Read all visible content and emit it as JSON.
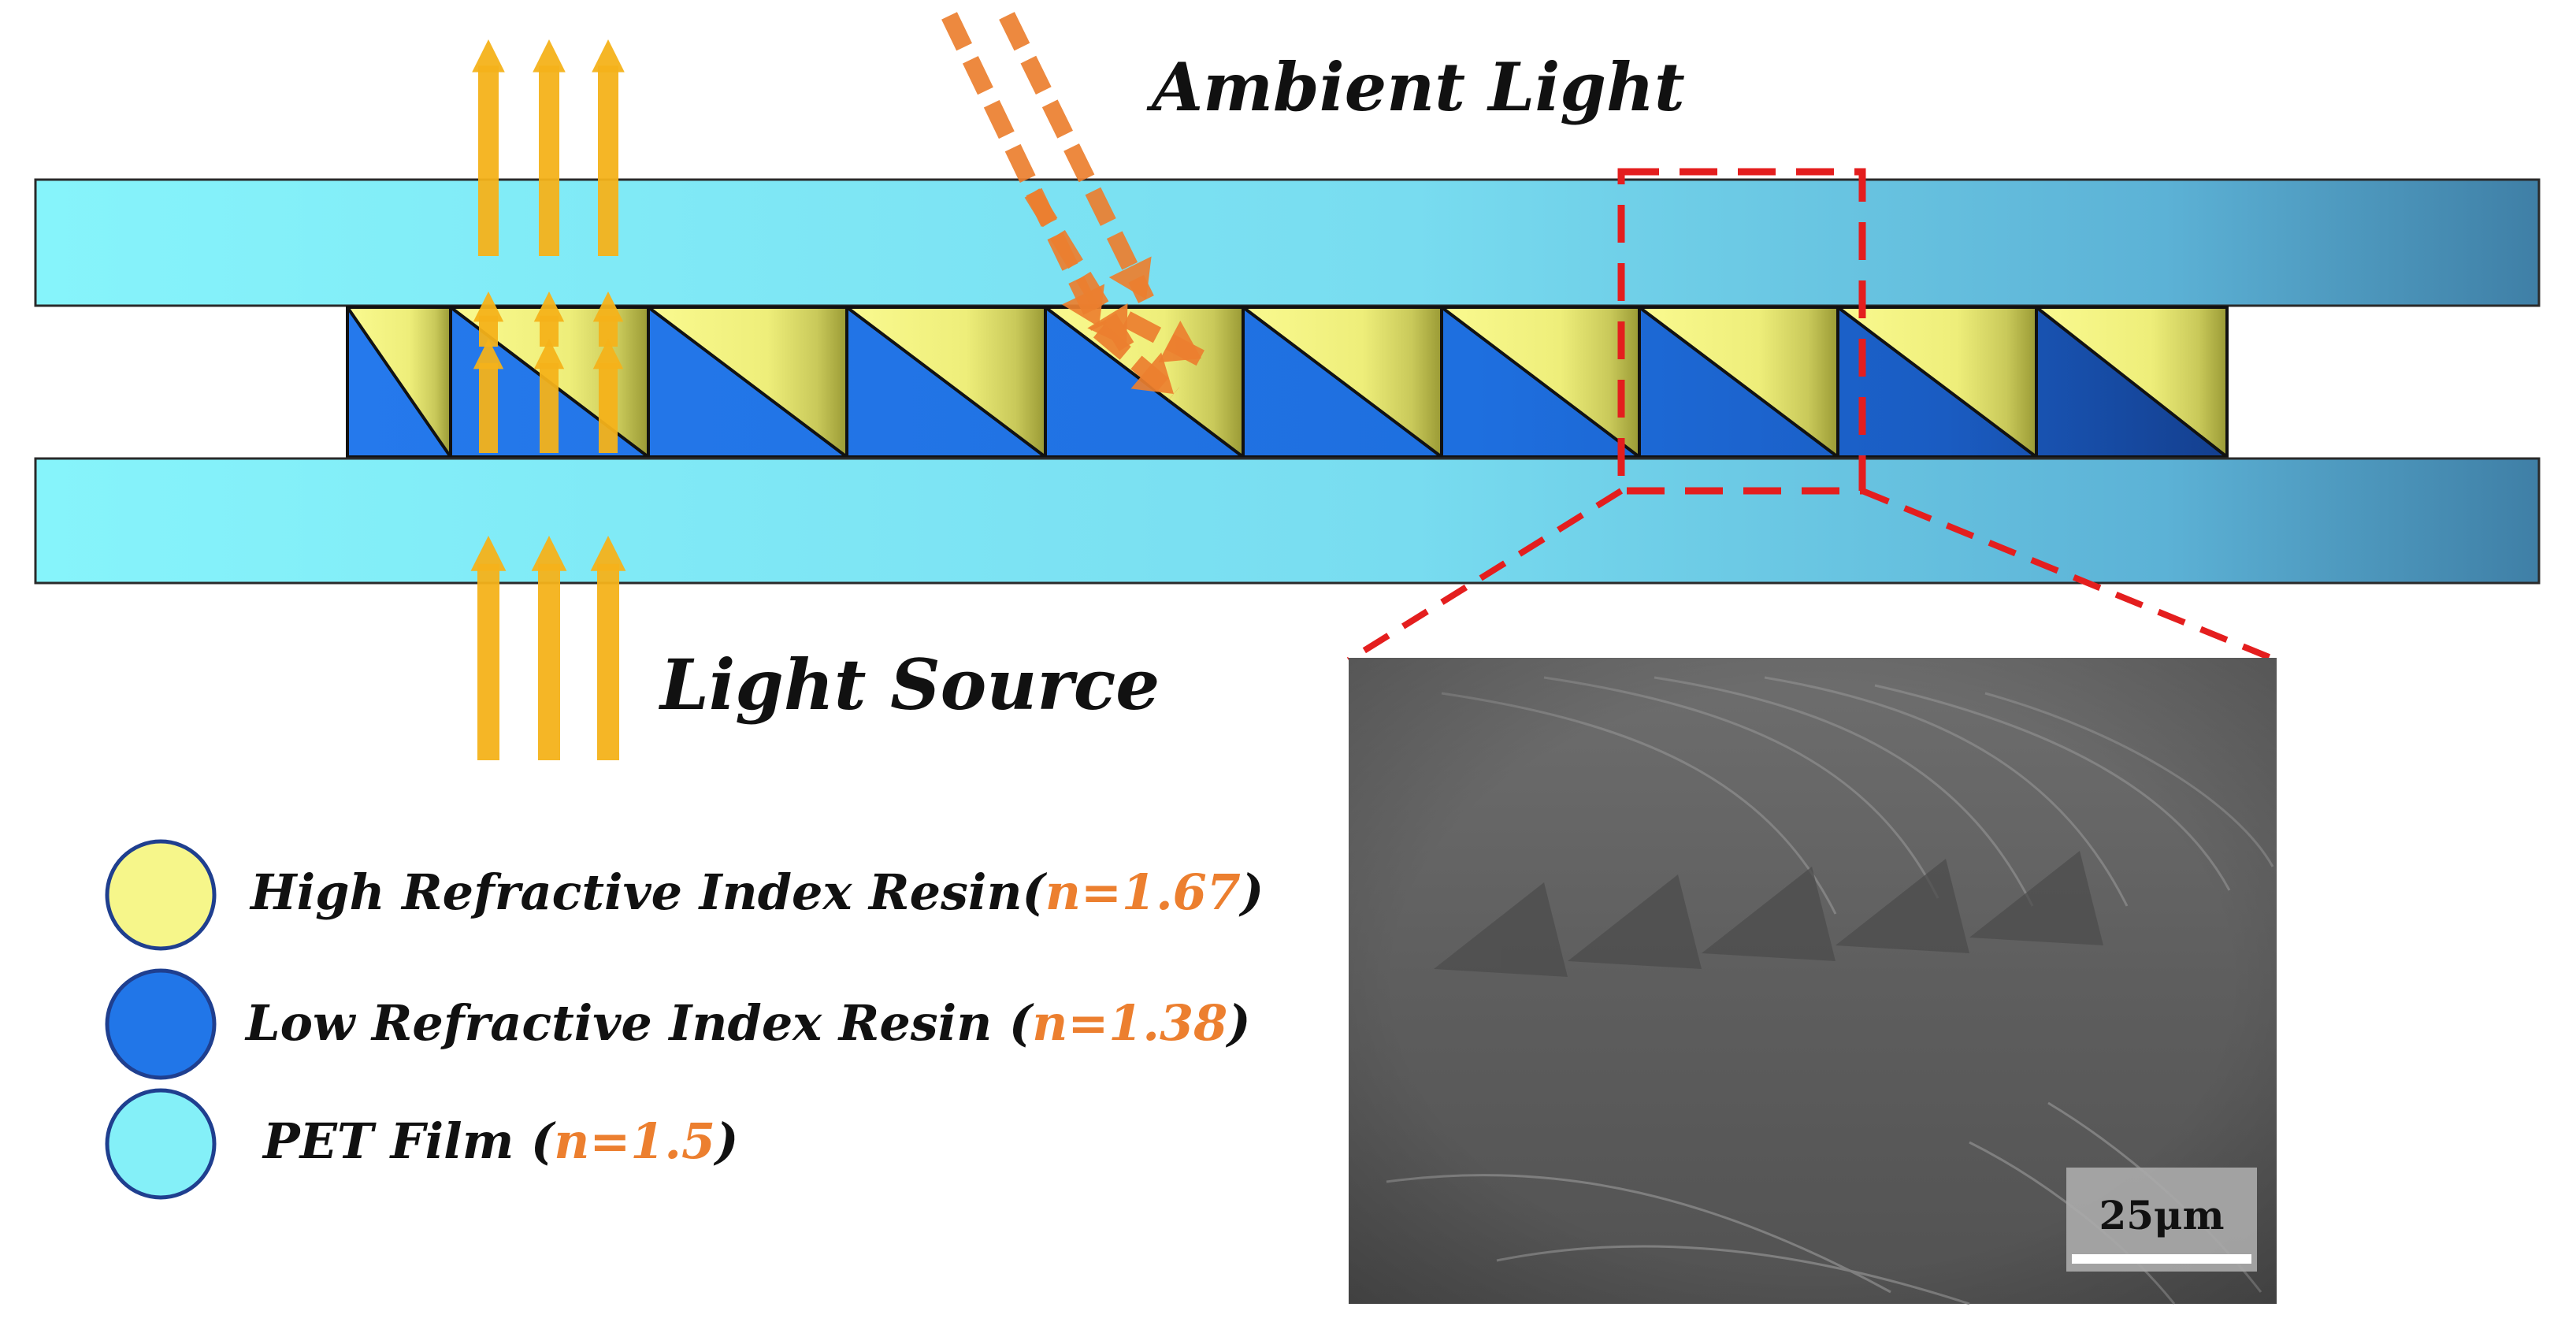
{
  "labels": {
    "ambient_light": "Ambient Light",
    "light_source": "Light Source"
  },
  "legend": [
    {
      "text": "High Refractive Index Resin(",
      "n": "n=1.67",
      "close": ")",
      "color": "#f6f68a"
    },
    {
      "text": "Low Refractive Index Resin (",
      "n": "n=1.38",
      "close": ")",
      "color": "#2176e8"
    },
    {
      "text": "PET Film (",
      "n": "n=1.5",
      "close": ")",
      "color": "#84f0f8"
    }
  ],
  "scale_bar": "25μm",
  "colors": {
    "pet_film": "#84f0f8",
    "high_index_resin": "#f6f68a",
    "low_index_resin": "#2176e8",
    "light_arrow": "#f4b21a",
    "ambient_arrow": "#ec7f2f",
    "refractive_value": "#ec7f2f",
    "zoom_box": "#e41e1e"
  },
  "icons": [
    "light-arrow-icon",
    "ambient-light-arrow-icon"
  ]
}
